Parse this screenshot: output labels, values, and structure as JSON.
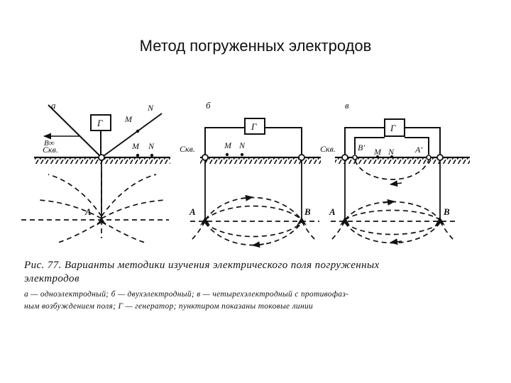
{
  "slide": {
    "title": "Метод погруженных электродов"
  },
  "panels": {
    "a": {
      "letter": "а",
      "generator": "Г",
      "surface": "Скв.",
      "infinity": "В∞",
      "m_upper": "M",
      "n_upper": "N",
      "m_lower": "M",
      "n_lower": "N",
      "electrode": "A"
    },
    "b": {
      "letter": "б",
      "generator": "Г",
      "surface": "Скв.",
      "m": "M",
      "n": "N",
      "electrode_a": "A",
      "electrode_b": "B"
    },
    "c": {
      "letter": "в",
      "generator": "Г",
      "surface": "Скв.",
      "b_prime": "B'",
      "m": "M",
      "n": "N",
      "a_prime": "A'",
      "electrode_a": "A",
      "electrode_b": "B"
    }
  },
  "caption": {
    "line1": "Рис. 77. Варианты методики изучения электрического поля погруженных",
    "line2": "электродов",
    "line3": "а — одноэлектродный; б — двухэлектродный; в — четырехэлектродный с противофаз-",
    "line4": "ным возбуждением поля; Г — генератор; пунктиром показаны токовые линии"
  }
}
